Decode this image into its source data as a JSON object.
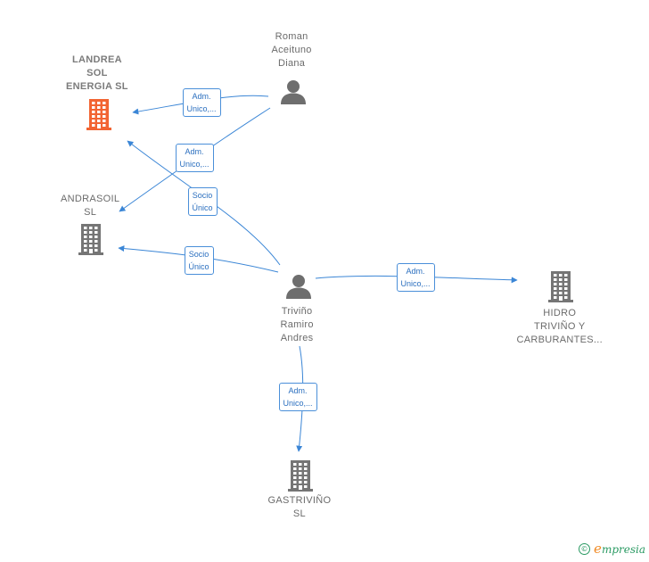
{
  "nodes": {
    "landrea": {
      "label": "LANDREA SOL ENERGIA  SL",
      "lines": [
        "LANDREA",
        "SOL",
        "ENERGIA  SL"
      ],
      "kind": "company",
      "highlight": true
    },
    "roman": {
      "label": "Roman Aceituno Diana",
      "lines": [
        "Roman",
        "Aceituno",
        "Diana"
      ],
      "kind": "person"
    },
    "andrasoil": {
      "label": "ANDRASOIL SL",
      "lines": [
        "ANDRASOIL",
        "SL"
      ],
      "kind": "company"
    },
    "trivino": {
      "label": "Triviño Ramiro Andres",
      "lines": [
        "Triviño",
        "Ramiro",
        "Andres"
      ],
      "kind": "person"
    },
    "hidro": {
      "label": "HIDRO TRIVIÑO Y CARBURANTES...",
      "lines": [
        "HIDRO",
        "TRIVIÑO Y",
        "CARBURANTES..."
      ],
      "kind": "company"
    },
    "gastrivino": {
      "label": "GASTRIVIÑO SL",
      "lines": [
        "GASTRIVIÑO",
        "SL"
      ],
      "kind": "company"
    }
  },
  "edges": [
    {
      "from": "roman",
      "to": "landrea",
      "label": [
        "Adm.",
        "Unico,..."
      ]
    },
    {
      "from": "roman",
      "to": "andrasoil",
      "label": [
        "Adm.",
        "Unico,..."
      ]
    },
    {
      "from": "trivino",
      "to": "landrea",
      "label": [
        "Socio",
        "Único"
      ]
    },
    {
      "from": "trivino",
      "to": "andrasoil",
      "label": [
        "Socio",
        "Único"
      ]
    },
    {
      "from": "trivino",
      "to": "hidro",
      "label": [
        "Adm.",
        "Unico,..."
      ]
    },
    {
      "from": "trivino",
      "to": "gastrivino",
      "label": [
        "Adm.",
        "Unico,..."
      ]
    }
  ],
  "colors": {
    "edge": "#3b86d6",
    "company": "#757575",
    "company_highlight": "#f26432",
    "person": "#6e6e6e",
    "label_text": "#6b6b6b"
  },
  "icons": {
    "company": "building-icon",
    "person": "person-icon",
    "copyright": "copyright-icon"
  },
  "brand": {
    "copyright": "©",
    "name_initial": "e",
    "name_rest": "mpresia"
  }
}
